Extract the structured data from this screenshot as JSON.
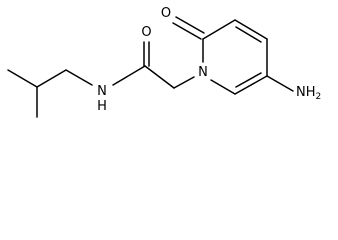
{
  "structure": {
    "atoms": {
      "o": "O",
      "n_amide": "N",
      "h_amide": "H",
      "n_ring": "N",
      "amine": "NH",
      "amine_sub": "2"
    },
    "colors": {
      "bond": "#000000",
      "text": "#000000",
      "background": "#ffffff"
    }
  }
}
